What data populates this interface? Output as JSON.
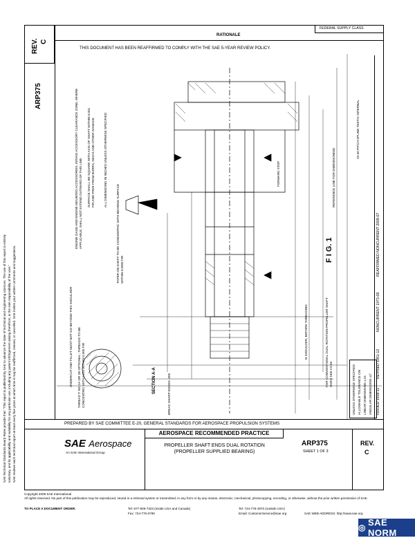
{
  "left_margin_notice": [
    "SAE Technical Standards Board Rules provide that: \"This report is published by SAE to advance the state of technical and engineering sciences. The use of this report is entirely",
    "voluntary, and its applicability and suitability for any particular use, including any patent infringement arising therefrom, is the sole responsibility of the user.\"",
    "SAE reviews each technical report at least every five years at which time it may be reaffirmed, revised, or cancelled. SAE invites your written comments and suggestions."
  ],
  "top_right_label": "FEDERAL SUPPLY CLASS",
  "rev_header": "REV.",
  "rev_letter": "C",
  "doc_number": "ARP375",
  "rationale_label": "RATIONALE",
  "reaffirm_line": "THIS DOCUMENT HAS BEEN REAFFIRMED TO COMPLY WITH THE SAE 5-YEAR REVIEW POLICY.",
  "history_line": {
    "issued": "ISSUED 1918-11",
    "revised": "REVISED 1951-12",
    "noncurrent": "NONCURRENT 1973-08",
    "reaffirmed": "REAFFIRMED NONCURRENT 2008-07"
  },
  "figure_label": "F I G. 1",
  "drawing_notes": {
    "engine_gage_notes": "ENGINE GAGE AND ENGINE MOUNTED ACCESSORIES, INTAKE ACCESSORY CLEARANCE ZONE, WHERE APPLICABLE, SHALL NOT EXTEND OUTWARD OF THIS LINE",
    "surface_note": "SURFACE SHALL BE SQUARE WITH AXIS OF SHAFT WITHIN 0.001 FIR AND FREE FROM BURRS, NICKS AND OTHER DAMAGE",
    "dimension_note": "ALL DIMENSIONS IN INCHES UNLESS OTHERWISE SPECIFIED",
    "forward_stop": "FORWARD STOP",
    "taper_note": "TAPER ON SHAFT TO BE CONCENTRIC WITH BEARING SURFACE WITHIN 0.0005 FIR",
    "undercut_note": "UNDERCUT AND FILLET MUST NOT GO BEYOND THIS SHOULDER",
    "thread_note": "THREAD T: NS-2A OR 2B OPTIONAL. THREADS TO BE CONCENTRIC WITH AXIS WITHIN 0.005 FIR",
    "section_label": "SECTION A-A",
    "shoulder_note": "N SHOULDER, BEFORE THREADING",
    "dual_rotation_note": "FOR CONVENTIONAL DUAL ROTATION PROPELLER SHAFT SIZES SEE AS 84",
    "tolerance_block": [
      "UNLESS OTHERWISE SPECIFIED",
      "ALLOWABLE TOLERANCE ON",
      "LINEAR DIMENSIONS ±.01",
      "ANGULAR DIMENSIONS ±2°"
    ],
    "break_edges": "BREAK SHARP EDGES .005",
    "reference_line": "REFERENCE LINE FOR DIMENSIONING",
    "dual_note": "20-40 PITCH SPLINE TEETH: INTERNAL"
  },
  "bottom": {
    "prepared_by": "PREPARED BY SAE COMMITTEE E-20, GENERAL STANDARDS FOR AEROSPACE PROPULSION SYSTEMS",
    "logo_main": "SAE",
    "logo_sub": "Aerospace",
    "logo_tagline": "An SAE International Group",
    "practice_title": "AEROSPACE RECOMMENDED PRACTICE",
    "doc_title_1": "PROPELLER SHAFT ENDS DUAL ROTATION",
    "doc_title_2": "(PROPELLER SUPPLIED BEARING)",
    "doc_number": "ARP375",
    "sheet": "SHEET 1 OF 3",
    "rev_header": "REV.",
    "rev_letter": "C"
  },
  "footer": {
    "copyright": "Copyright 2008 SAE International",
    "rights": "All rights reserved. No part of this publication may be reproduced, stored in a retrieval system or transmitted, in any form or by any means, electronic, mechanical, photocopying, recording, or otherwise, without the prior written permission of SAE.",
    "order_label": "TO PLACE A DOCUMENT ORDER:",
    "tel": "Tel: 877-606-7323 (inside USA and Canada)",
    "tel2": "Tel: 724-776-4970 (outside USA)",
    "fax": "Fax: 724-776-0790",
    "email": "Email: CustomerService@sae.org",
    "web": "SAE WEB ADDRESS: http://www.sae.org"
  },
  "watermark": "SAE NORM"
}
